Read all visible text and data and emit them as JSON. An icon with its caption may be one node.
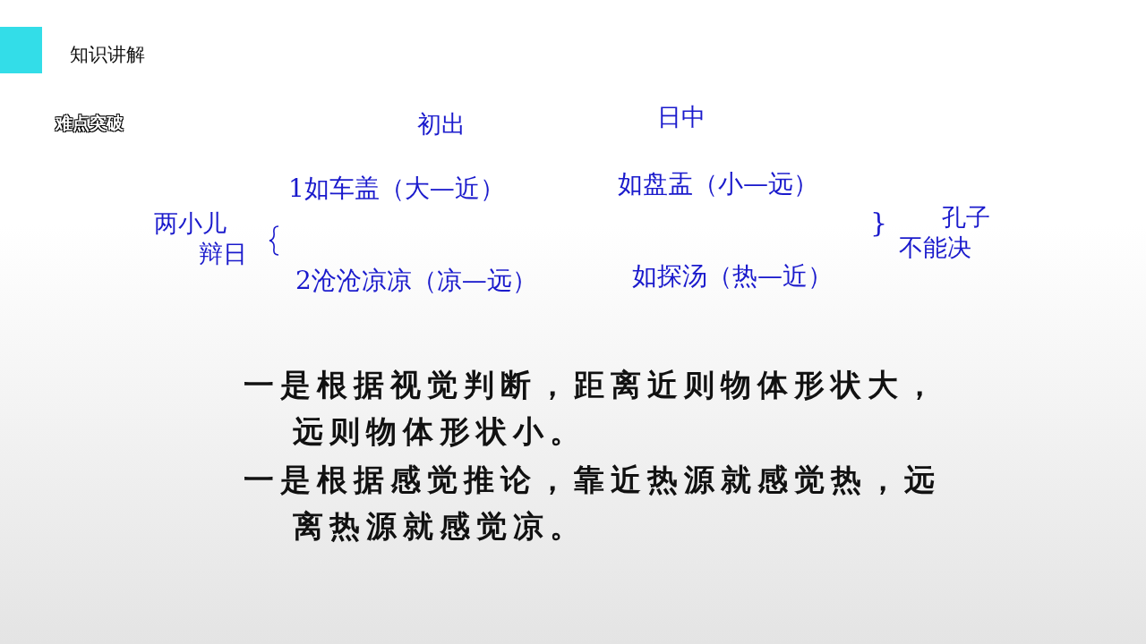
{
  "diagram": {
    "title": "知识讲解",
    "labels": [
      "难点突破",
      "初出",
      "日中",
      "1如车盖（大—近）",
      "如盘盂（小—远）",
      "两小儿辩日",
      "}",
      "2沧沧凉凉（凉—远）",
      "如探汤（热—近）",
      "孔子不能决",
      "一是根据视觉判断，距离近则物体形状大，远则物体形状小。",
      "一是根据感觉推论，靠近热源就感觉热，远离热源就感觉凉。"
    ]
  }
}
